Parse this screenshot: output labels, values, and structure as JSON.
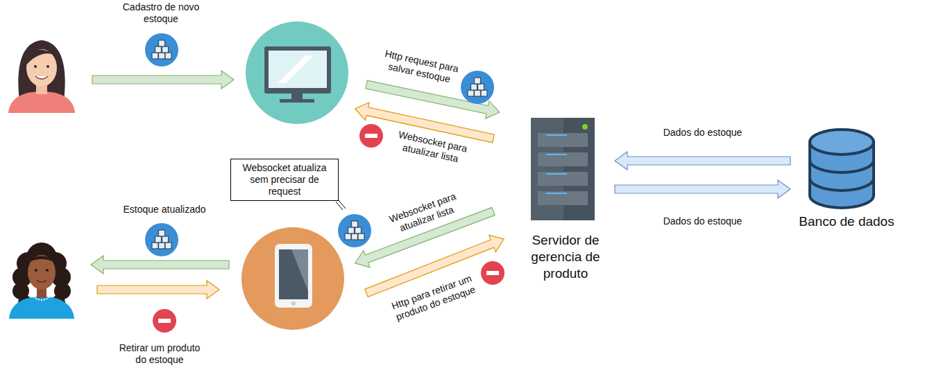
{
  "diagram": {
    "nodes": [
      {
        "text": [
          "Websocket atualiza sem precisar de request"
        ]
      },
      {
        "text": [
          "Servidor de gerencia de produto"
        ]
      },
      {
        "text": [
          "Banco de dados"
        ]
      }
    ],
    "edges": [
      {
        "from": 2,
        "to": 1,
        "arrow": "to",
        "label": "Dados do estoque"
      },
      {
        "from": 1,
        "to": 2,
        "arrow": "to",
        "label": "Dados do estoque"
      }
    ],
    "labels": [
      "Cadastro de novo estoque",
      "Http request para salvar estoque",
      "Websocket para atualizar lista",
      "Websocket para atualizar lista",
      "Http para retirar um produto do estoque",
      "Estoque atualizado",
      "Retirar um produto do estoque"
    ]
  }
}
